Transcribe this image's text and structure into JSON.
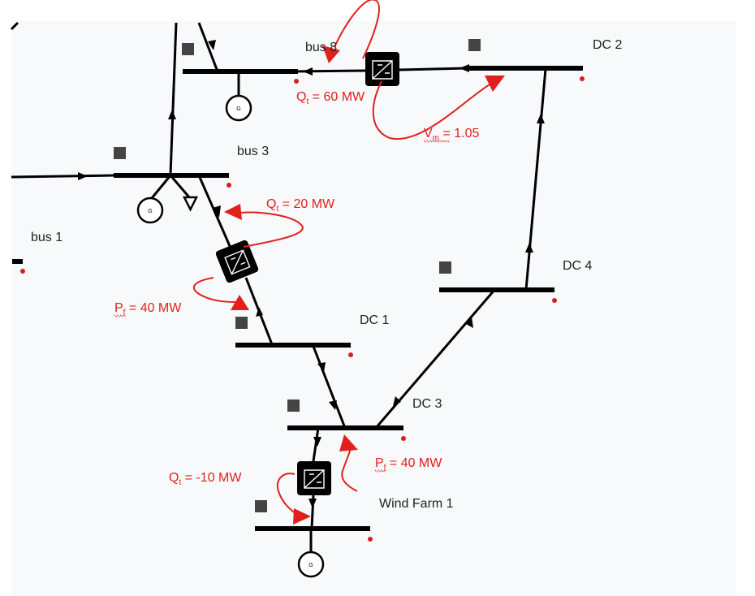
{
  "buses": [
    {
      "id": "bus8",
      "label": "bus 8"
    },
    {
      "id": "dc2",
      "label": "DC 2"
    },
    {
      "id": "bus3",
      "label": "bus 3"
    },
    {
      "id": "bus1",
      "label": "bus 1"
    },
    {
      "id": "dc4",
      "label": "DC 4"
    },
    {
      "id": "dc1",
      "label": "DC 1"
    },
    {
      "id": "dc3",
      "label": "DC 3"
    },
    {
      "id": "windfarm1",
      "label": "Wind Farm 1"
    }
  ],
  "generator_symbol": "G",
  "annotations": {
    "bus8_qt": {
      "main": "Q",
      "sub": "t",
      "rest": " = 60 MW"
    },
    "dc2_vm": {
      "main": "V",
      "sub": "m",
      "rest": " = 1.05"
    },
    "bus3_qt": {
      "main": "Q",
      "sub": "t",
      "rest": " = 20 MW"
    },
    "dc1_pf": {
      "main": "P",
      "sub": "f",
      "rest": " = 40 MW"
    },
    "dc3_pf": {
      "main": "P",
      "sub": "f",
      "rest": " = 40 MW"
    },
    "wind_qt": {
      "main": "Q",
      "sub": "t",
      "rest": " = -10 MW"
    }
  },
  "colors": {
    "annotation": "#e0201c",
    "bus": "#000000",
    "canvas": "#f8f9fb"
  }
}
